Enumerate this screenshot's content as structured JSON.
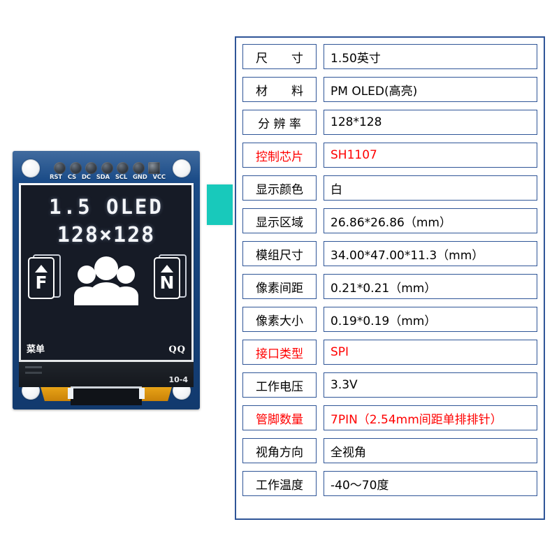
{
  "product": {
    "pcb": {
      "pins": [
        "RST",
        "CS",
        "DC",
        "SDA",
        "SCL",
        "GND",
        "VCC"
      ],
      "part_marking": "10-4"
    },
    "display": {
      "title": "1.5 OLED",
      "subtitle": "128×128",
      "left_card_letter": "F",
      "right_card_letter": "N",
      "footer_left": "菜单",
      "footer_right": "QQ"
    }
  },
  "spec_table": {
    "rows": [
      {
        "label": "尺　　寸",
        "value": "1.50英寸",
        "highlight": false
      },
      {
        "label": "材　　料",
        "value": "PM OLED(高亮)",
        "highlight": false
      },
      {
        "label": "分 辨 率",
        "value": "128*128",
        "highlight": false
      },
      {
        "label": "控制芯片",
        "value": "SH1107",
        "highlight": true
      },
      {
        "label": "显示颜色",
        "value": "白",
        "highlight": false
      },
      {
        "label": "显示区域",
        "value": "26.86*26.86（mm）",
        "highlight": false
      },
      {
        "label": "模组尺寸",
        "value": "34.00*47.00*11.3（mm）",
        "highlight": false
      },
      {
        "label": "像素间距",
        "value": "0.21*0.21（mm）",
        "highlight": false
      },
      {
        "label": "像素大小",
        "value": "0.19*0.19（mm）",
        "highlight": false
      },
      {
        "label": "接口类型",
        "value": "SPI",
        "highlight": true
      },
      {
        "label": "工作电压",
        "value": "3.3V",
        "highlight": false
      },
      {
        "label": "管脚数量",
        "value": "7PIN（2.54mm间距单排排针）",
        "highlight": true
      },
      {
        "label": "视角方向",
        "value": "全视角",
        "highlight": false
      },
      {
        "label": "工作温度",
        "value": "-40～70度",
        "highlight": false
      }
    ]
  },
  "colors": {
    "table_border": "#2f5597",
    "highlight_text": "#ff0000",
    "normal_text": "#000000",
    "pcb_blue": "#17457e",
    "sticker_teal": "#18c9bb",
    "oled_background": "#161b26",
    "oled_text": "#ffffff"
  }
}
